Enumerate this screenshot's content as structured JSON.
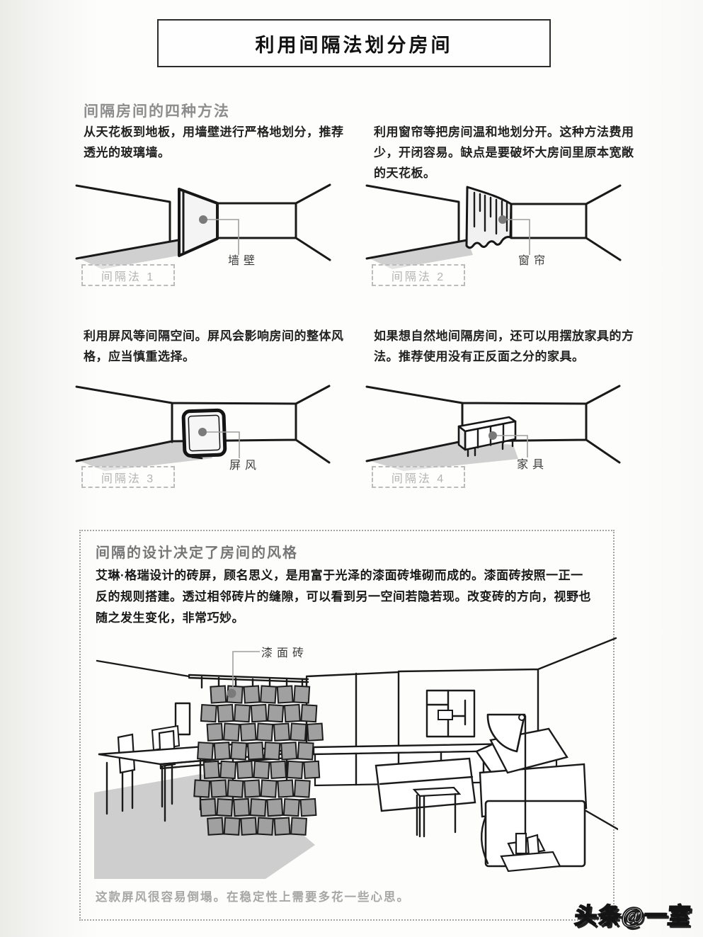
{
  "page": {
    "title": "利用间隔法划分房间",
    "watermark": "头条@一室"
  },
  "methods_section": {
    "heading": "间隔房间的四种方法",
    "items": [
      {
        "text": "从天花板到地板，用墙壁进行严格地划分，推荐透光的玻璃墙。",
        "label": "墙壁",
        "tag": "间隔法 1"
      },
      {
        "text": "利用窗帘等把房间温和地划分开。这种方法费用少，开闭容易。缺点是要破坏大房间里原本宽敞的天花板。",
        "label": "窗帘",
        "tag": "间隔法 2"
      },
      {
        "text": "利用屏风等间隔空间。屏风会影响房间的整体风格，应当慎重选择。",
        "label": "屏风",
        "tag": "间隔法 3"
      },
      {
        "text": "如果想自然地间隔房间，还可以用摆放家具的方法。推荐使用没有正反面之分的家具。",
        "label": "家具",
        "tag": "间隔法 4"
      }
    ]
  },
  "style_section": {
    "heading": "间隔的设计决定了房间的风格",
    "body": "艾琳·格瑞设计的砖屏，顾名思义，是用富于光泽的漆面砖堆砌而成的。漆面砖按照一正一反的规则搭建。透过相邻砖片的缝隙，可以看到另一空间若隐若现。改变砖的方向，视野也随之发生变化，非常巧妙。",
    "label": "漆面砖",
    "caption": "这款屏风很容易倒塌。在稳定性上需要多花一些心思。"
  },
  "colors": {
    "ink": "#1a1a1a",
    "heading_gray": "#8d8d8d",
    "caption_gray": "#a7a7a7",
    "tag_gray": "#b3b3b3",
    "brick_gray": "#a0a0a0",
    "floor_gray": "#c6c6c6"
  }
}
